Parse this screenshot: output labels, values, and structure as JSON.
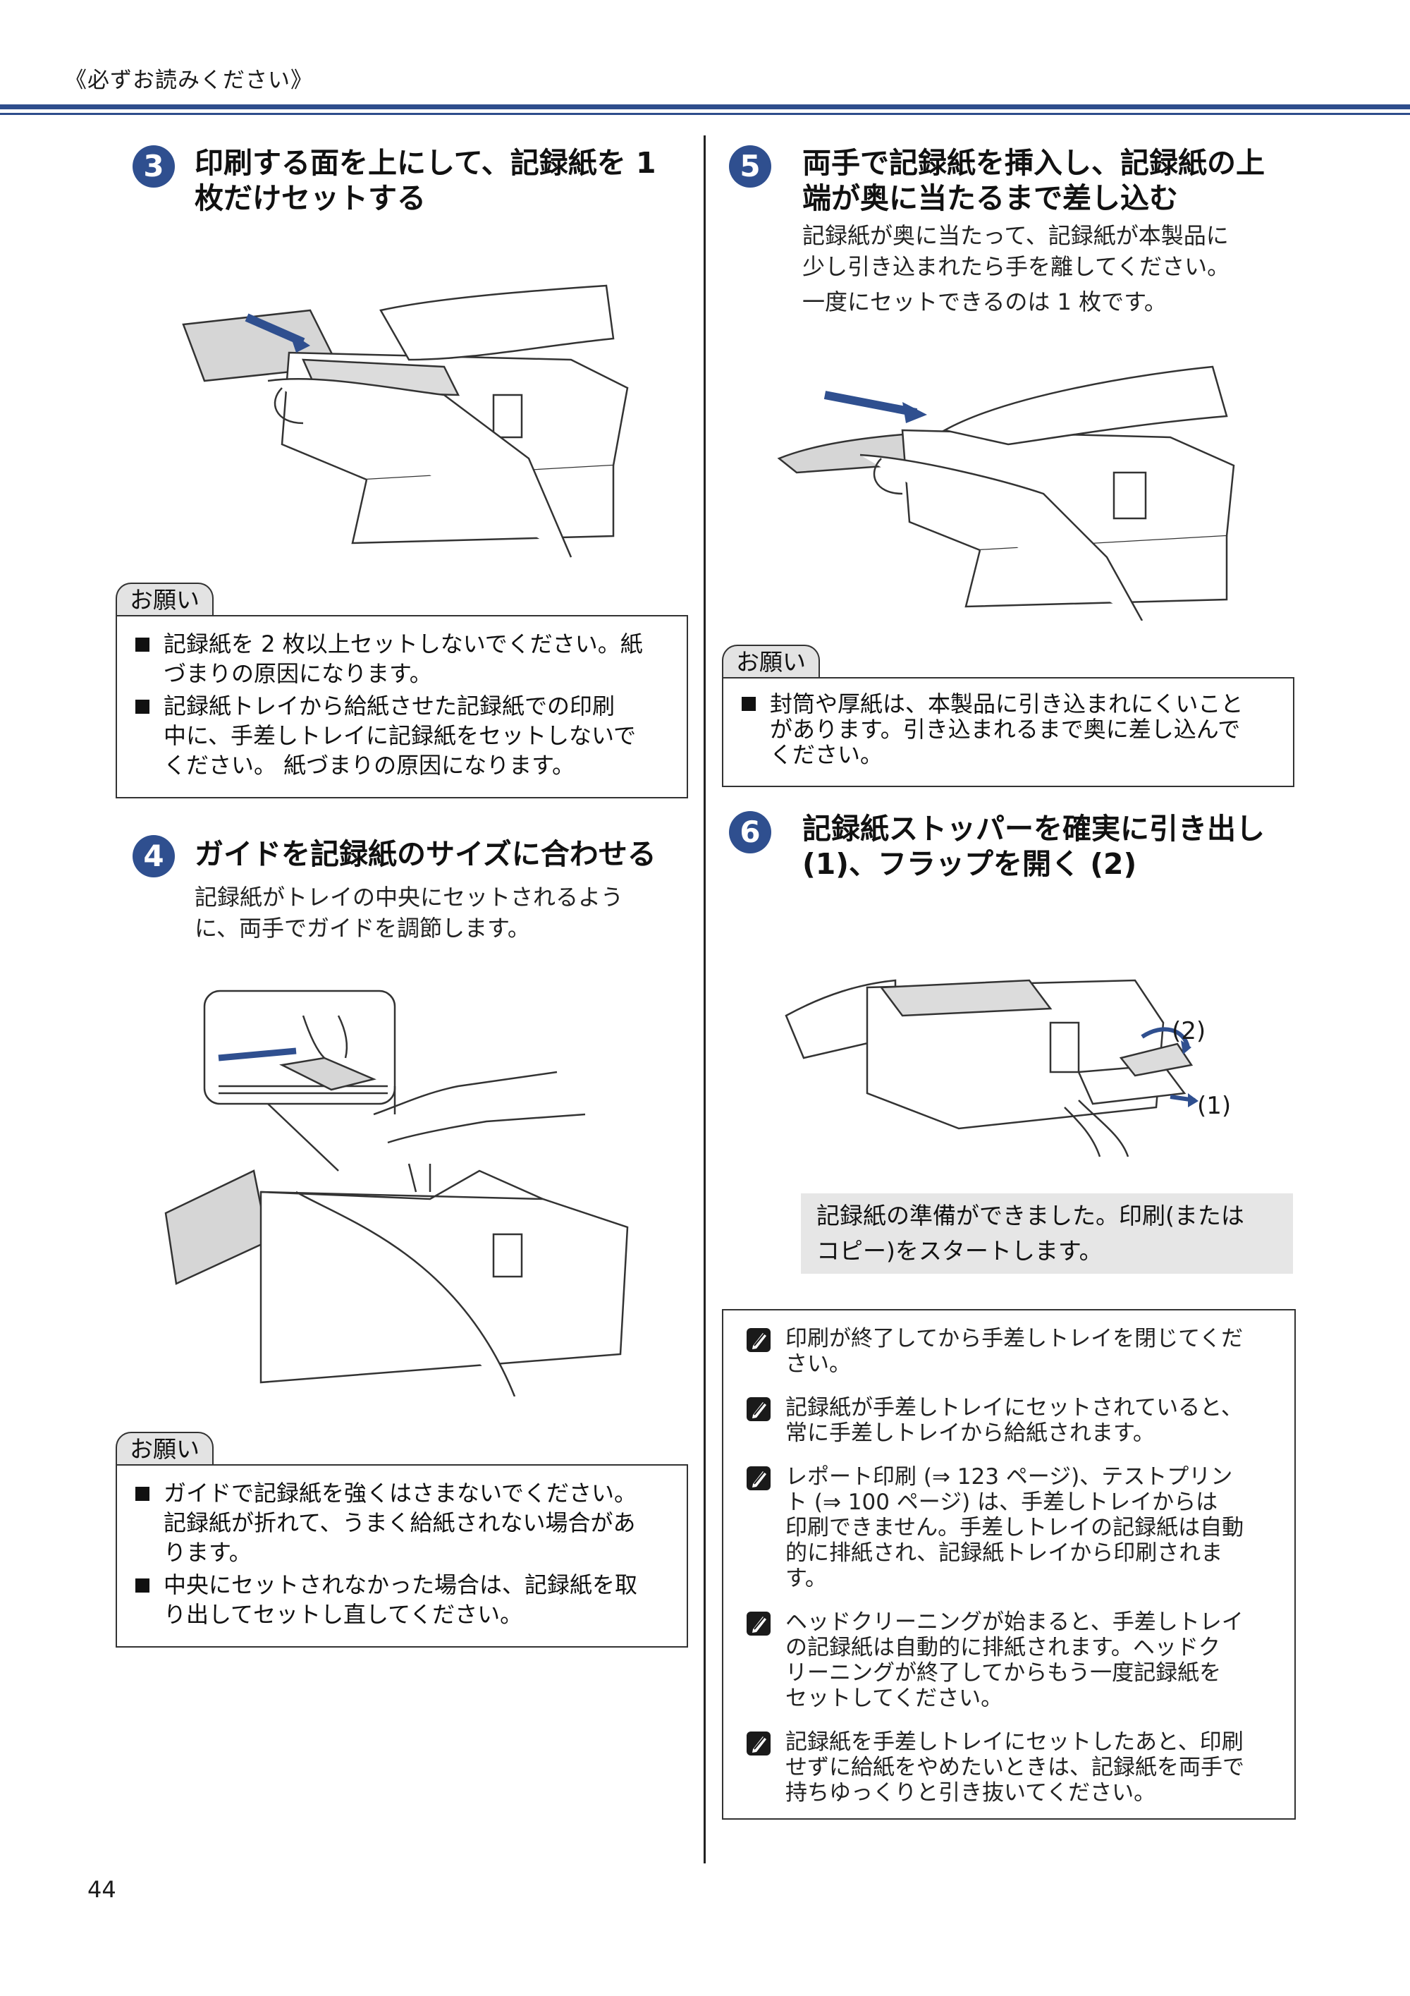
{
  "header": {
    "title": "《必ずお読みください》"
  },
  "steps": {
    "s3": {
      "num": "3",
      "title_line1": "印刷する面を上にして、記録紙を 1",
      "title_line2": "枚だけセットする"
    },
    "s4": {
      "num": "4",
      "title": "ガイドを記録紙のサイズに合わせる",
      "body_line1": "記録紙がトレイの中央にセットされるよう",
      "body_line2": "に、両手でガイドを調節します。"
    },
    "s5": {
      "num": "5",
      "title_line1": "両手で記録紙を挿入し、記録紙の上",
      "title_line2": "端が奥に当たるまで差し込む",
      "body_line1": "記録紙が奥に当たって、記録紙が本製品に",
      "body_line2": "少し引き込まれたら手を離してください。",
      "body_line3": "一度にセットできるのは 1 枚です。"
    },
    "s6": {
      "num": "6",
      "title_line1": "記録紙ストッパーを確実に引き出し",
      "title_line2": "(1)、フラップを開く (2)",
      "label1": "(1)",
      "label2": "(2)"
    }
  },
  "notes": {
    "tab_label": "お願い",
    "n3": [
      "記録紙を 2 枚以上セットしないでください。紙",
      "づまりの原因になります。",
      "記録紙トレイから給紙させた記録紙での印刷",
      "中に、手差しトレイに記録紙をセットしないで",
      "ください。 紙づまりの原因になります。"
    ],
    "n4": [
      "ガイドで記録紙を強くはさまないでください。",
      "記録紙が折れて、うまく給紙されない場合があ",
      "ります。",
      "中央にセットされなかった場合は、記録紙を取",
      "り出してセットし直してください。"
    ],
    "n5": [
      "封筒や厚紙は、本製品に引き込まれにくいこと",
      "があります。引き込まれるまで奥に差し込んで",
      "ください。"
    ]
  },
  "highlight": {
    "line1": "記録紙の準備ができました。印刷(または",
    "line2": "コピー)をスタートします。"
  },
  "memo": {
    "m1": [
      "印刷が終了してから手差しトレイを閉じてくだ",
      "さい。"
    ],
    "m2": [
      "記録紙が手差しトレイにセットされていると、",
      "常に手差しトレイから給紙されます。"
    ],
    "m3": [
      "レポート印刷 (⇒ 123 ページ)、テストプリン",
      "ト (⇒ 100 ページ) は、手差しトレイからは",
      "印刷できません。手差しトレイの記録紙は自動",
      "的に排紙され、記録紙トレイから印刷されま",
      "す。"
    ],
    "m4": [
      "ヘッドクリーニングが始まると、手差しトレイ",
      "の記録紙は自動的に排紙されます。ヘッドク",
      "リーニングが終了してからもう一度記録紙を",
      "セットしてください。"
    ],
    "m5": [
      "記録紙を手差しトレイにセットしたあと、印刷",
      "せずに給紙をやめたいときは、記録紙を両手で",
      "持ちゆっくりと引き抜いてください。"
    ]
  },
  "footer": {
    "page_number": "44"
  },
  "colors": {
    "accent": "#2f4f8f",
    "rule": "#2e4d8c"
  }
}
